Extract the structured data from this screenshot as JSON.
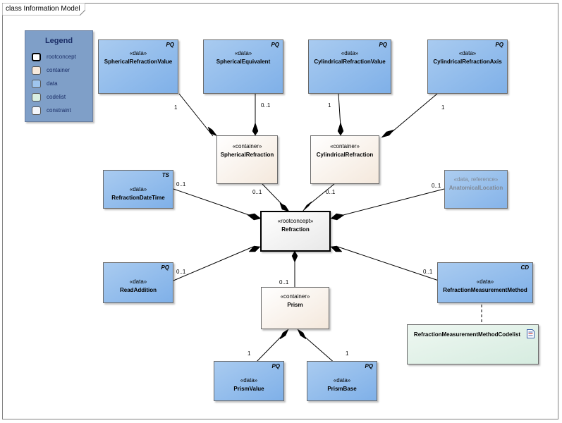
{
  "diagram": {
    "title": "class Information Model"
  },
  "legend": {
    "title": "Legend",
    "items": [
      {
        "label": "rootconcept",
        "color": "#ffffff",
        "border": "#000000"
      },
      {
        "label": "container",
        "color": "#f7e9dc",
        "border": "#555555"
      },
      {
        "label": "data",
        "color": "#9fc5ee",
        "border": "#555555"
      },
      {
        "label": "codelist",
        "color": "#d9efe2",
        "border": "#555555"
      },
      {
        "label": "constraint",
        "color": "#f4f6fb",
        "border": "#555555"
      }
    ]
  },
  "nodes": {
    "spherical_refraction_value": {
      "stereotype": "«data»",
      "name": "SphericalRefractionValue",
      "tag": "PQ"
    },
    "spherical_equivalent": {
      "stereotype": "«data»",
      "name": "SphericalEquivalent",
      "tag": "PQ"
    },
    "cylindrical_refraction_value": {
      "stereotype": "«data»",
      "name": "CylindricalRefractionValue",
      "tag": "PQ"
    },
    "cylindrical_refraction_axis": {
      "stereotype": "«data»",
      "name": "CylindricalRefractionAxis",
      "tag": "PQ"
    },
    "spherical_refraction": {
      "stereotype": "«container»",
      "name": "SphericalRefraction"
    },
    "cylindrical_refraction": {
      "stereotype": "«container»",
      "name": "CylindricalRefraction"
    },
    "refraction_date_time": {
      "stereotype": "«data»",
      "name": "RefractionDateTime",
      "tag": "TS"
    },
    "anatomical_location": {
      "stereotype": "«data, reference»",
      "name": "AnatomicalLocation"
    },
    "refraction": {
      "stereotype": "«rootconcept»",
      "name": "Refraction"
    },
    "read_addition": {
      "stereotype": "«data»",
      "name": "ReadAddition",
      "tag": "PQ"
    },
    "refraction_measurement_method": {
      "stereotype": "«data»",
      "name": "RefractionMeasurementMethod",
      "tag": "CD"
    },
    "prism": {
      "stereotype": "«container»",
      "name": "Prism"
    },
    "codelist": {
      "name": "RefractionMeasurementMethodCodelist"
    },
    "prism_value": {
      "stereotype": "«data»",
      "name": "PrismValue",
      "tag": "PQ"
    },
    "prism_base": {
      "stereotype": "«data»",
      "name": "PrismBase",
      "tag": "PQ"
    }
  },
  "multiplicities": {
    "srv": "1",
    "se": "0..1",
    "crv": "1",
    "cra": "1",
    "sr": "0..1",
    "cr": "0..1",
    "rdt": "0..1",
    "al": "0..1",
    "ra": "0..1",
    "rmm": "0..1",
    "prism": "0..1",
    "pv": "1",
    "pb": "1"
  }
}
